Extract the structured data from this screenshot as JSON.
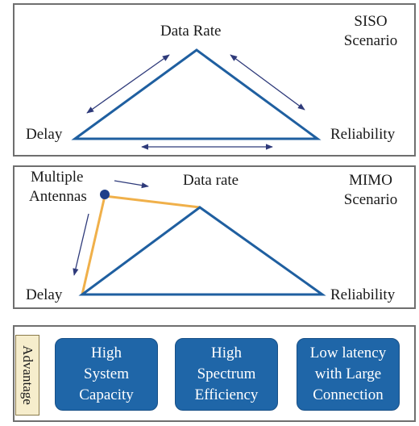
{
  "siso": {
    "top_label": "Data Rate",
    "left_label": "Delay",
    "right_label": "Reliability",
    "scenario_line1": "SISO",
    "scenario_line2": "Scenario"
  },
  "mimo": {
    "top_label": "Data rate",
    "left_label": "Delay",
    "right_label": "Reliability",
    "scenario_line1": "MIMO",
    "scenario_line2": "Scenario",
    "antenna_line1": "Multiple",
    "antenna_line2": "Antennas"
  },
  "advantage": {
    "tag": "Advantage",
    "boxes": [
      {
        "line1": "High",
        "line2": "System",
        "line3": "Capacity"
      },
      {
        "line1": "High",
        "line2": "Spectrum",
        "line3": "Efficiency"
      },
      {
        "line1": "Low latency",
        "line2": "with Large",
        "line3": "Connection"
      }
    ]
  },
  "colors": {
    "triangle": "#1f5fa0",
    "arrow": "#2e3a7a",
    "orange": "#f0b04a",
    "node": "#1f3f8a",
    "box_fill": "#1f66a8"
  }
}
